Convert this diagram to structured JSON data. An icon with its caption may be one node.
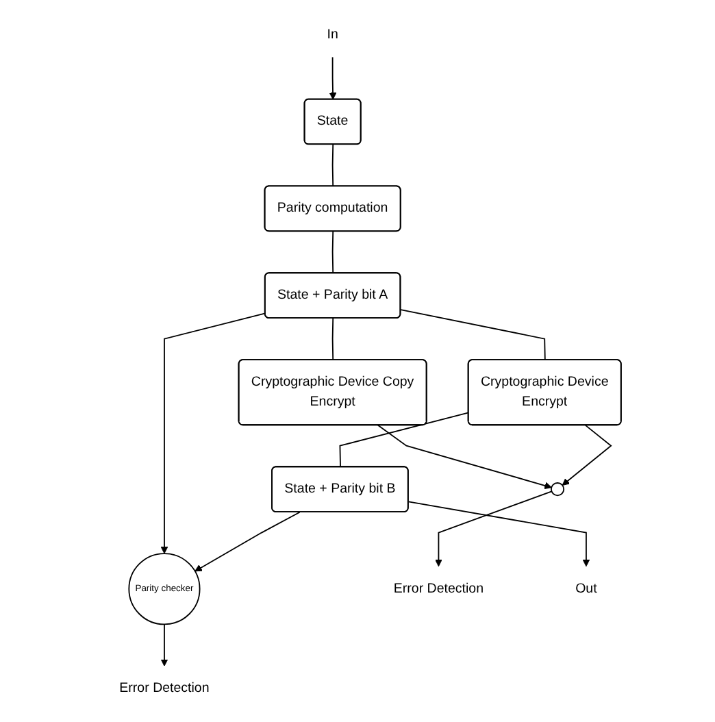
{
  "diagram": {
    "nodes": [
      {
        "text": [
          "In"
        ]
      },
      {
        "text": [
          "State"
        ]
      },
      {
        "text": [
          "Parity computation"
        ]
      },
      {
        "text": [
          "State + Parity bit A"
        ]
      },
      {
        "text": [
          "Cryptographic Device Copy",
          "Encrypt"
        ]
      },
      {
        "text": [
          "Cryptographic Device",
          "Encrypt"
        ]
      },
      {
        "text": [
          "State + Parity bit B"
        ]
      },
      {
        "text": [],
        "shape": "circle"
      },
      {
        "text": [
          "Parity checker"
        ]
      },
      {
        "text": [
          "Error Detection"
        ]
      },
      {
        "text": [
          "Out"
        ]
      },
      {
        "text": [
          "Error Detection"
        ]
      }
    ],
    "edges": [
      {
        "from": 0,
        "to": 1,
        "arrow": "to"
      },
      {
        "from": 1,
        "to": 2,
        "arrow": "none"
      },
      {
        "from": 2,
        "to": 3,
        "arrow": "none"
      },
      {
        "from": 3,
        "to": 4,
        "arrow": "none"
      },
      {
        "from": 3,
        "to": 5,
        "arrow": "none"
      },
      {
        "from": 3,
        "to": 8,
        "arrow": "to"
      },
      {
        "from": 4,
        "to": 7,
        "arrow": "to"
      },
      {
        "from": 5,
        "to": 6,
        "arrow": "none"
      },
      {
        "from": 5,
        "to": 7,
        "arrow": "to"
      },
      {
        "from": 6,
        "to": 8,
        "arrow": "to"
      },
      {
        "from": 6,
        "to": 10,
        "arrow": "to"
      },
      {
        "from": 7,
        "to": 9,
        "arrow": "to"
      },
      {
        "from": 8,
        "to": 11,
        "arrow": "to"
      }
    ]
  }
}
